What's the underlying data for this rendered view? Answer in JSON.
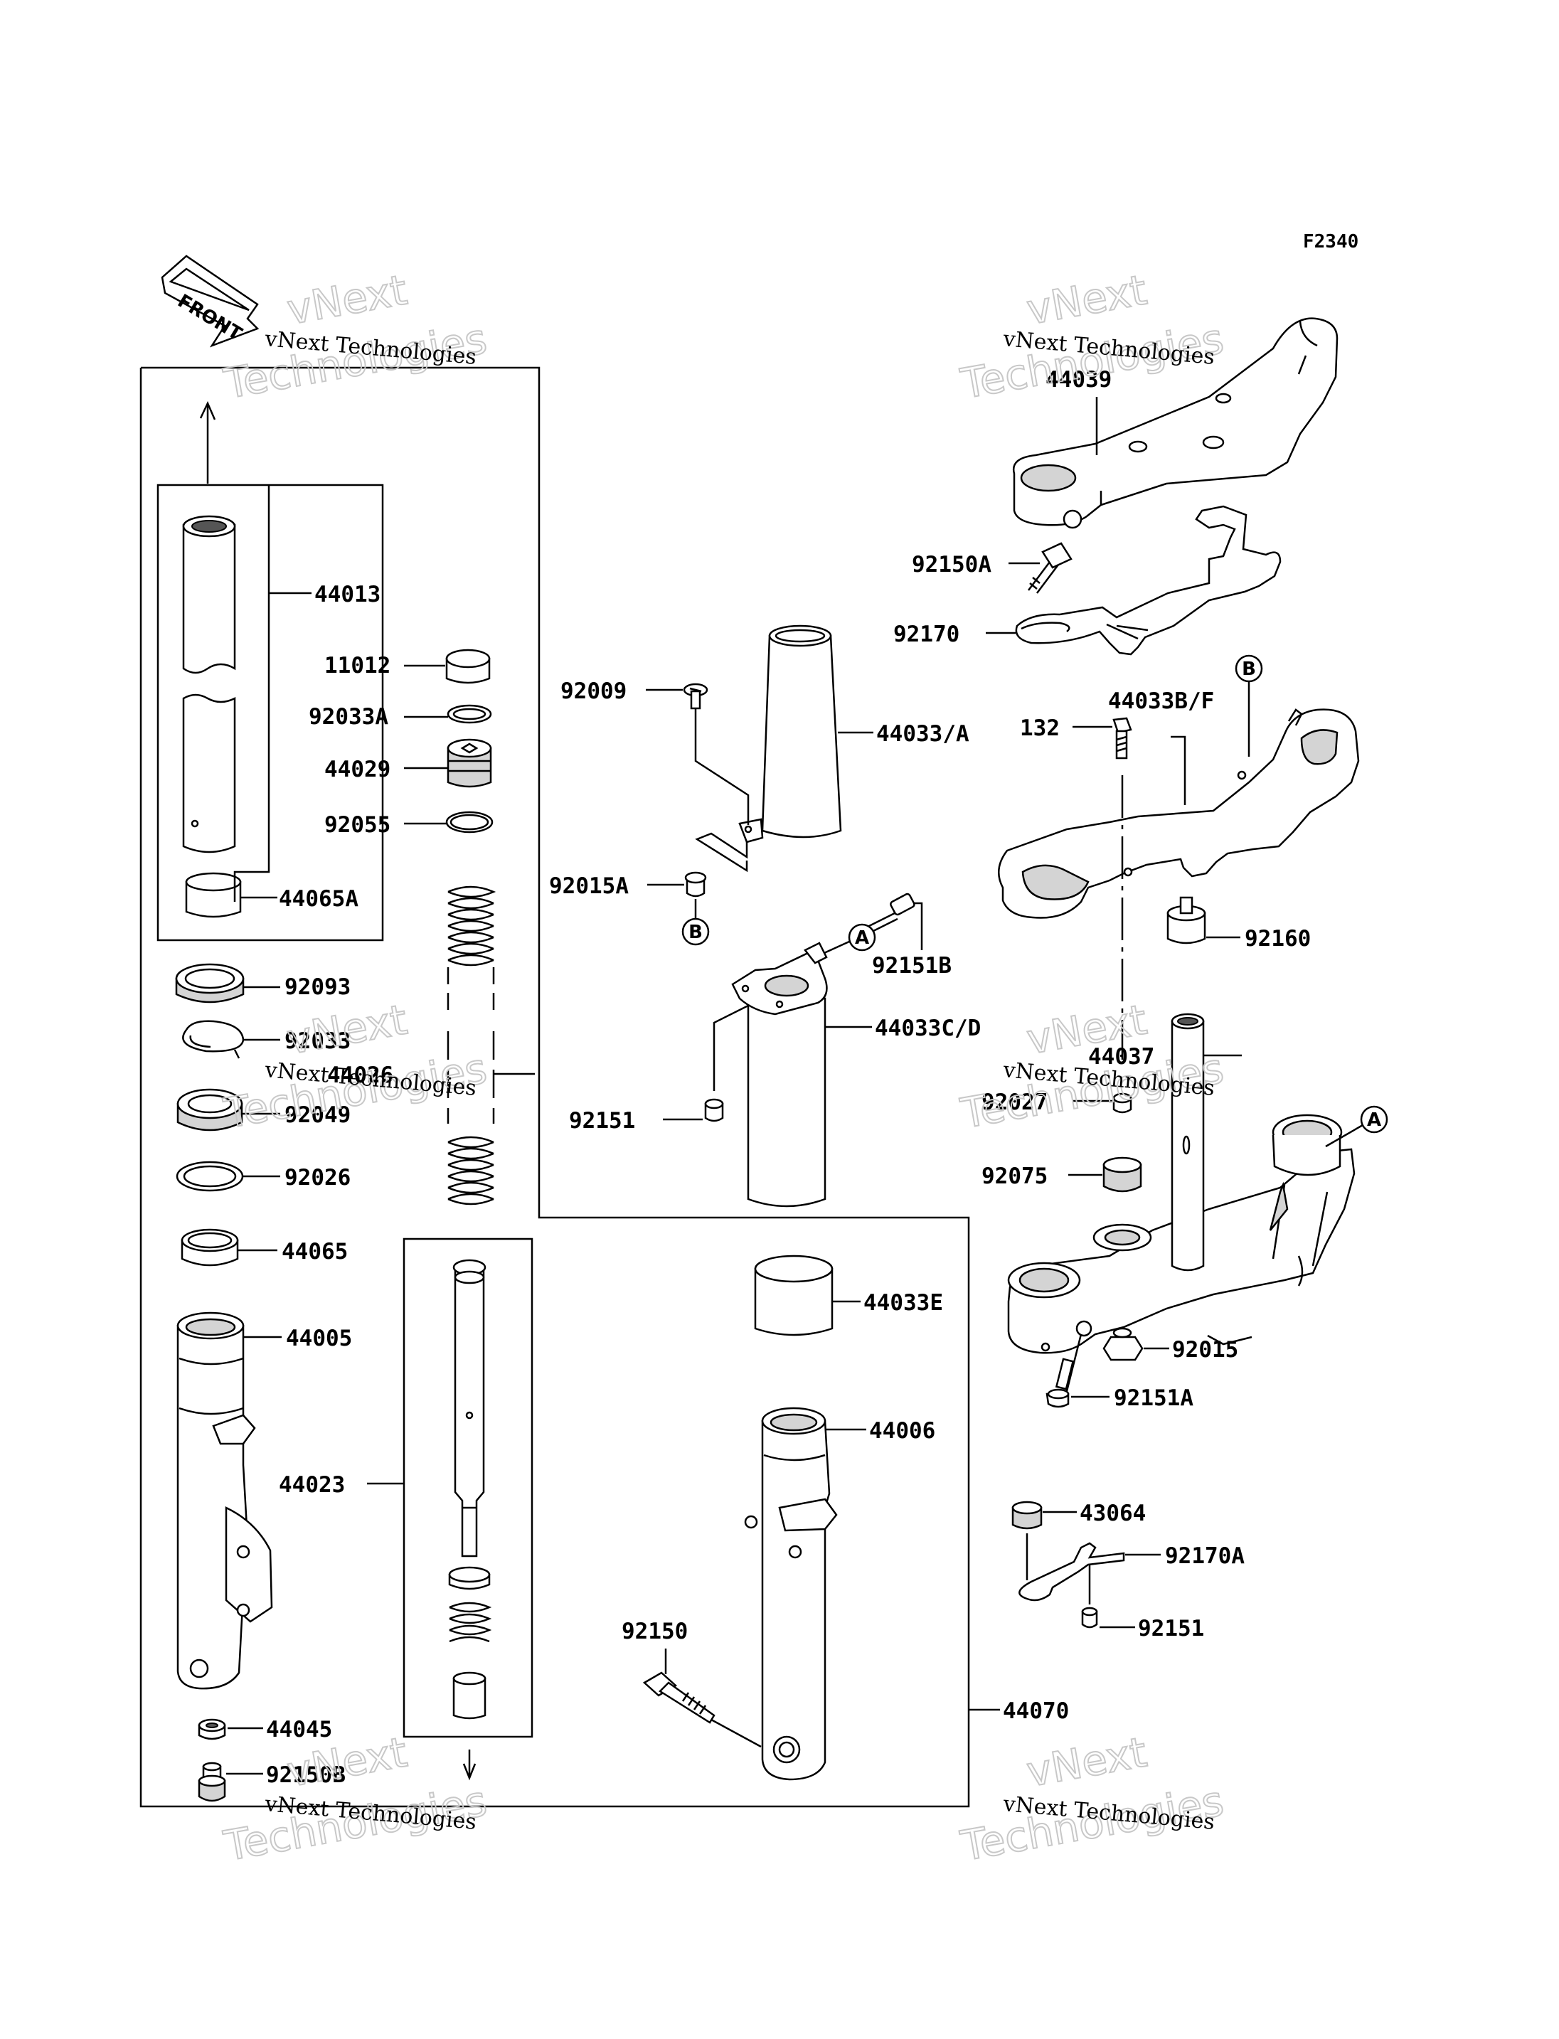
{
  "sheet_code": "F2340",
  "front_label": "FRONT",
  "watermarks": [
    {
      "small": "vNext Technologies",
      "big_1": "vNext",
      "big_2": "Technologies"
    },
    {
      "small": "vNext Technologies",
      "big_1": "vNext",
      "big_2": "Technologies"
    },
    {
      "small": "vNext Technologies",
      "big_1": "vNext",
      "big_2": "Technologies"
    },
    {
      "small": "vNext Technologies",
      "big_1": "vNext",
      "big_2": "Technologies"
    },
    {
      "small": "vNext Technologies",
      "big_1": "vNext",
      "big_2": "Technologies"
    },
    {
      "small": "vNext Technologies",
      "big_1": "vNext",
      "big_2": "Technologies"
    }
  ],
  "ref_markers": {
    "a": "A",
    "b": "B"
  },
  "parts": {
    "p44013": "44013",
    "p11012": "11012",
    "p92033A": "92033A",
    "p44029": "44029",
    "p92055": "92055",
    "p44065A": "44065A",
    "p92093": "92093",
    "p92033": "92033",
    "p44026": "44026",
    "p92049": "92049",
    "p92026": "92026",
    "p44065": "44065",
    "p44005": "44005",
    "p44023": "44023",
    "p44045": "44045",
    "p92150B": "92150B",
    "p92009": "92009",
    "p44033A": "44033/A",
    "p92015A": "92015A",
    "p92151B": "92151B",
    "p44033CD": "44033C/D",
    "p92151_left": "92151",
    "p44033E": "44033E",
    "p44006": "44006",
    "p92150": "92150",
    "p44070": "44070",
    "p44039": "44039",
    "p92150A": "92150A",
    "p92170": "92170",
    "p132": "132",
    "p44033BF": "44033B/F",
    "p92160": "92160",
    "p44037": "44037",
    "p92027": "92027",
    "p92075": "92075",
    "p92015": "92015",
    "p92151A": "92151A",
    "p43064": "43064",
    "p92170A": "92170A",
    "p92151_right": "92151"
  }
}
